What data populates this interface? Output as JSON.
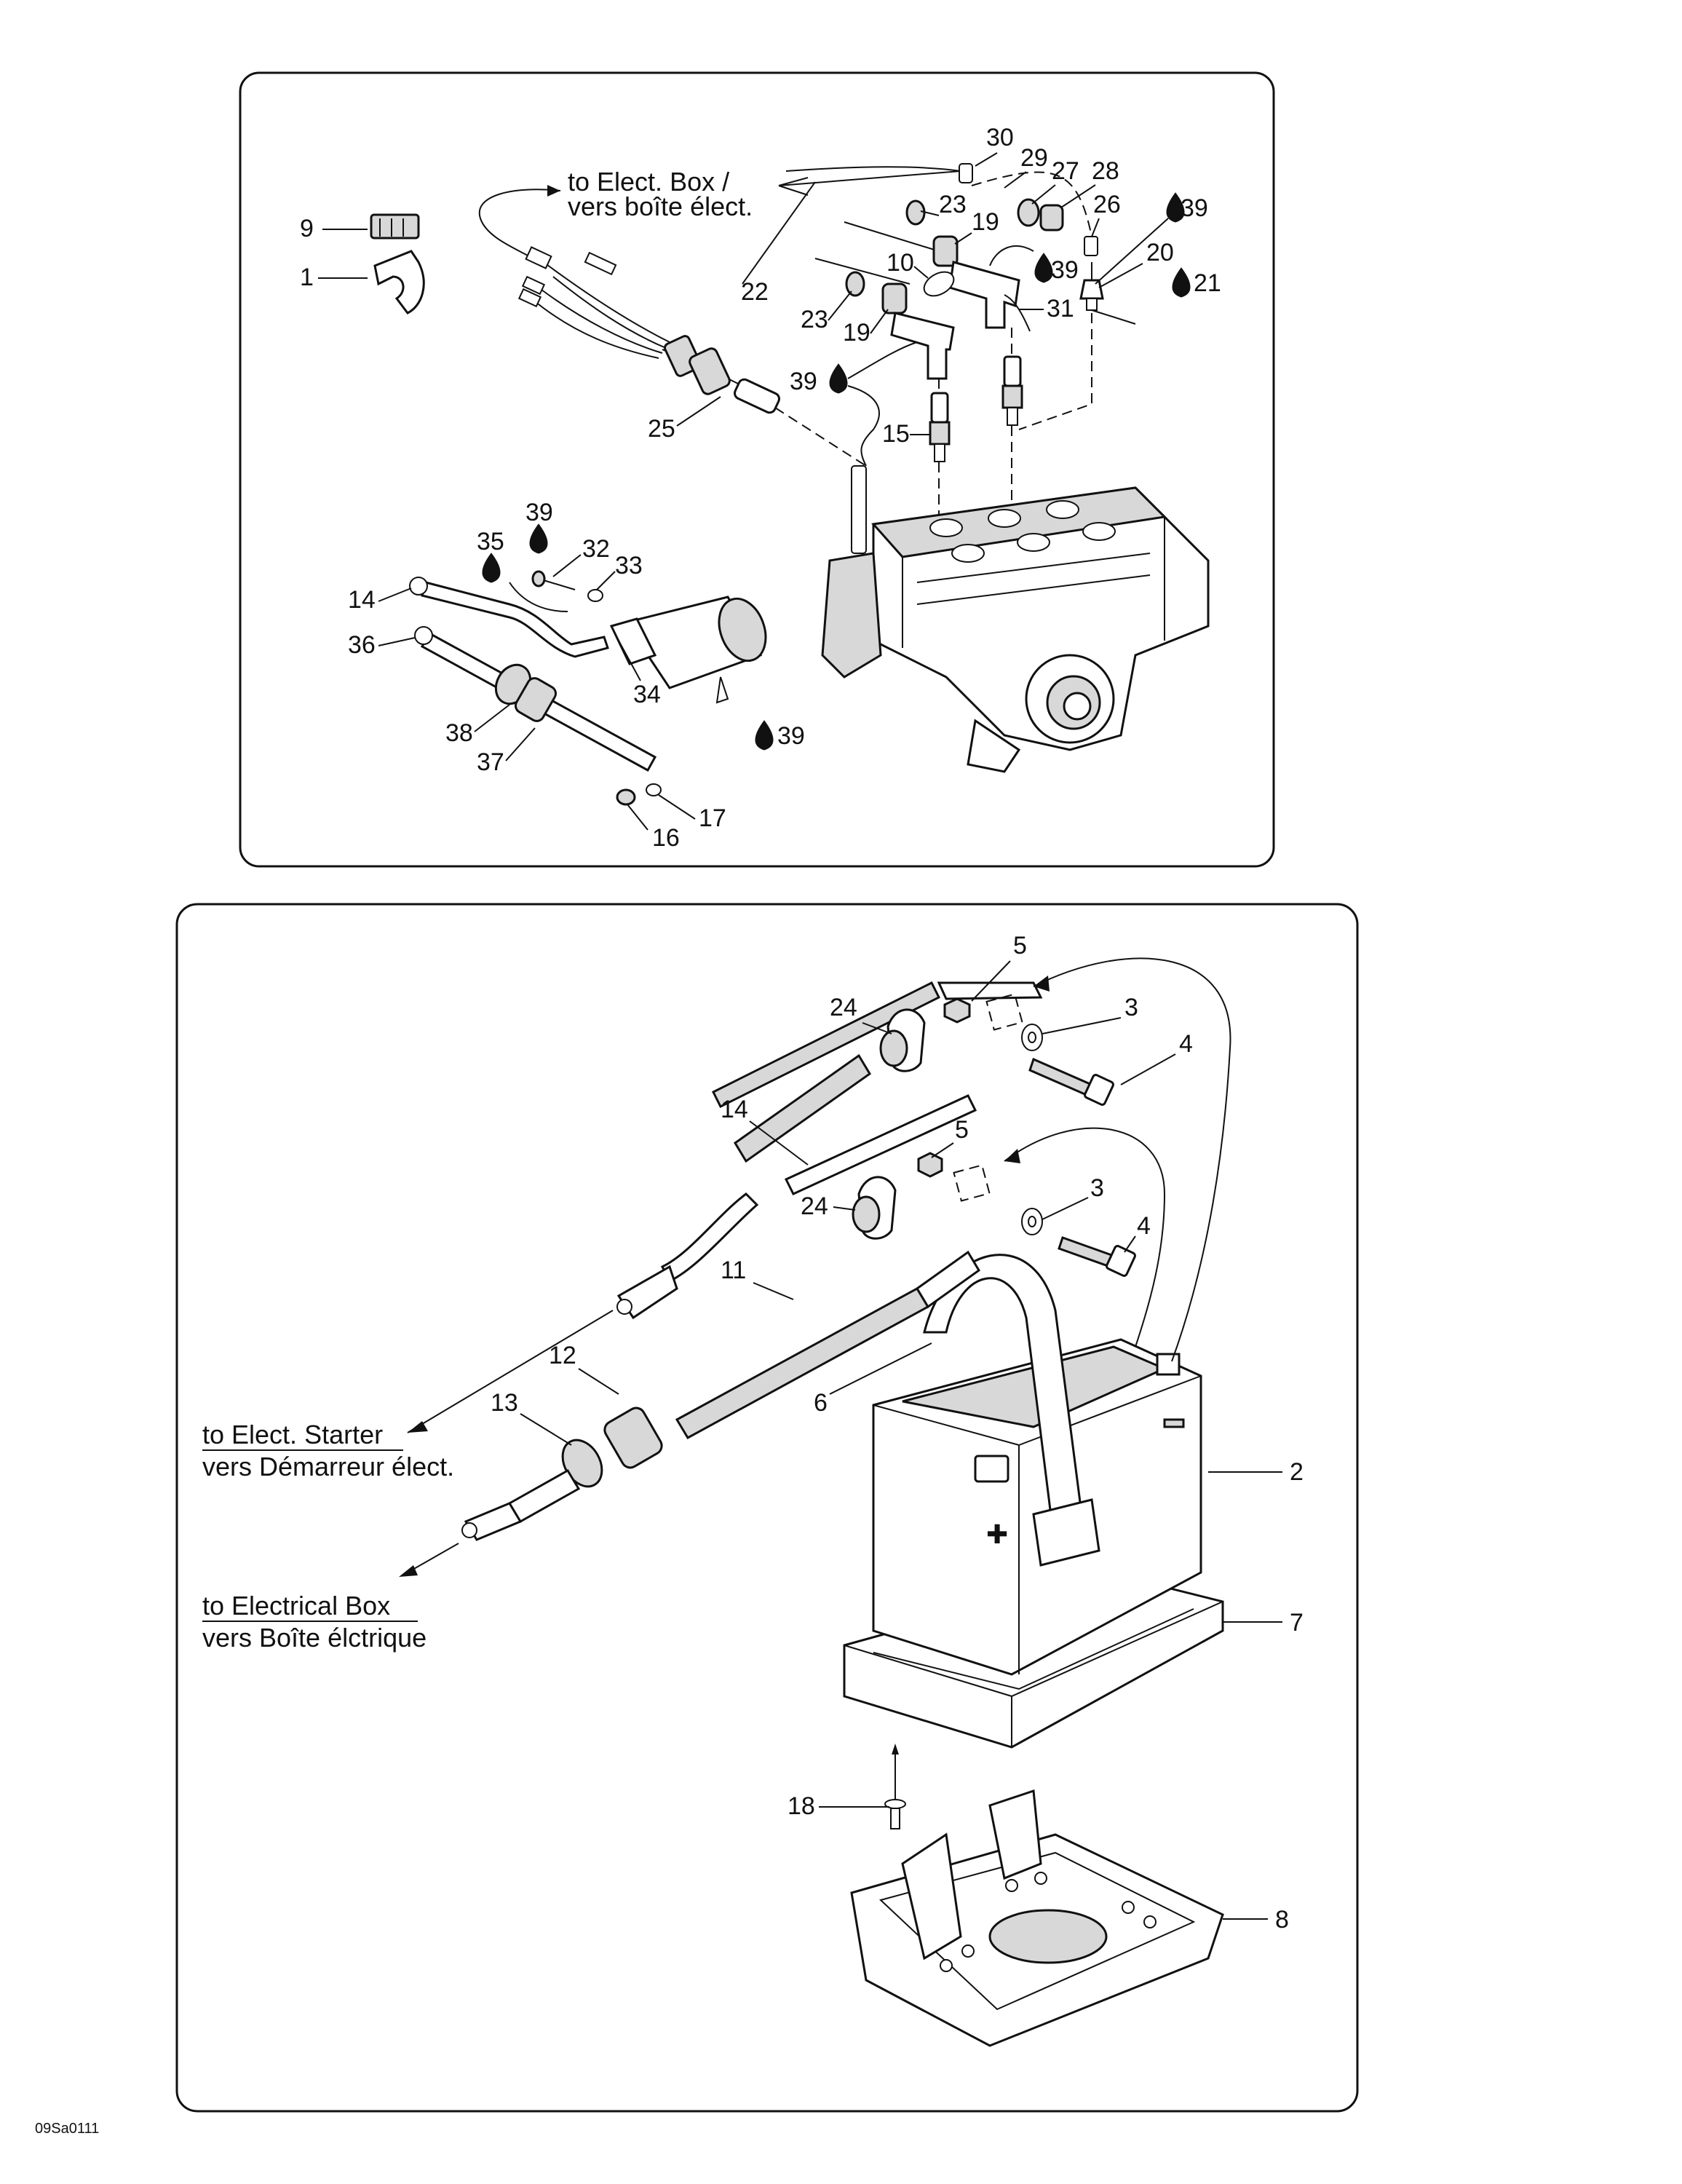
{
  "drawing_code": "09Sa0111",
  "top_panel": {
    "notes": {
      "to_elect_box_en": "to Elect. Box /",
      "to_elect_box_fr": "vers boîte élect."
    },
    "callouts": [
      "30",
      "29",
      "27",
      "28",
      "26",
      "39",
      "23",
      "19",
      "39",
      "20",
      "21",
      "9",
      "1",
      "10",
      "22",
      "23",
      "19",
      "31",
      "39",
      "25",
      "15",
      "39",
      "35",
      "32",
      "33",
      "14",
      "36",
      "34",
      "39",
      "38",
      "37",
      "17",
      "16"
    ]
  },
  "bottom_panel": {
    "notes": {
      "to_elect_starter_en": "to Elect. Starter",
      "to_elect_starter_fr": "vers Démarreur élect.",
      "to_electrical_box_en": "to Electrical Box",
      "to_electrical_box_fr": "vers Boîte élctrique"
    },
    "callouts": [
      "5",
      "24",
      "3",
      "4",
      "14",
      "5",
      "3",
      "24",
      "4",
      "11",
      "12",
      "6",
      "13",
      "2",
      "7",
      "18",
      "8"
    ]
  }
}
